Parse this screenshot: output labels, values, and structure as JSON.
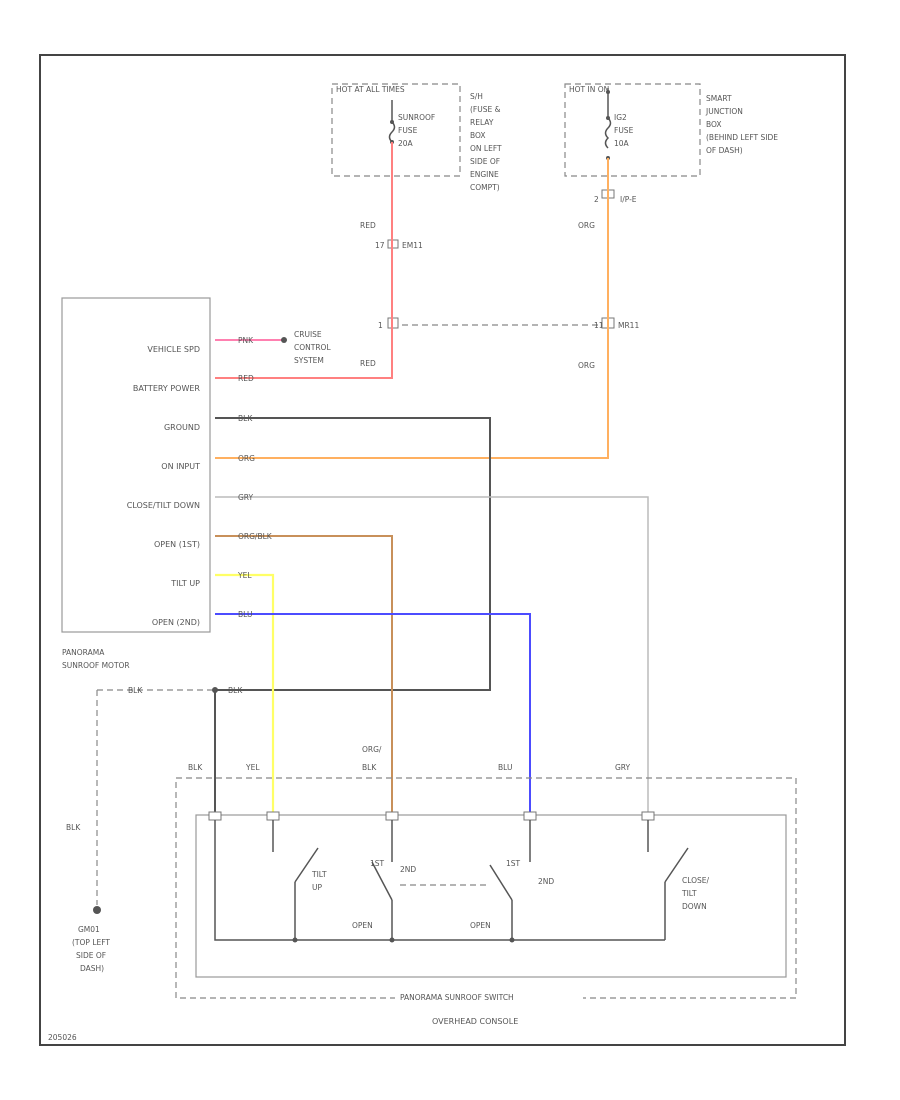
{
  "labels": {
    "fuse_box1_header": "HOT AT ALL TIMES",
    "fuse_box1_fuse": "SUNROOF",
    "fuse_box1_fuse2": "FUSE",
    "fuse_box1_amps": "20A",
    "fuse_box1_desc": [
      "S/H",
      "(FUSE &",
      "RELAY",
      "BOX",
      "ON LEFT",
      "SIDE OF",
      "ENGINE",
      "COMPT)"
    ],
    "fuse_box2_header": "HOT IN ON",
    "fuse_box2_fuse": "IG2",
    "fuse_box2_fuse2": "FUSE",
    "fuse_box2_amps": "10A",
    "fuse_box2_desc": [
      "SMART",
      "JUNCTION",
      "BOX",
      "(BEHIND LEFT SIDE",
      "OF DASH)"
    ],
    "conn_ip_e": "I/P-E",
    "conn_em11": "EM11",
    "conn_mr11": "MR11",
    "pin_2": "2",
    "pin_17": "17",
    "pin_1": "1",
    "pin_11": "11",
    "wire_red": "RED",
    "wire_org": "ORG",
    "wire_pnk": "PNK",
    "wire_blk": "BLK",
    "wire_gry": "GRY",
    "wire_orgblk": "ORG/BLK",
    "wire_yel": "YEL",
    "wire_blu": "BLU",
    "wire_org2": "ORG/",
    "wire_blk2": "BLK",
    "cruise": [
      "CRUISE",
      "CONTROL",
      "SYSTEM"
    ],
    "motor_pins": [
      "VEHICLE SPD",
      "BATTERY POWER",
      "GROUND",
      "ON INPUT",
      "CLOSE/TILT DOWN",
      "OPEN (1ST)",
      "TILT UP",
      "OPEN (2ND)"
    ],
    "motor_name": [
      "PANORAMA",
      "SUNROOF MOTOR"
    ],
    "ground": [
      "GM01",
      "(TOP LEFT",
      "SIDE OF",
      "DASH)"
    ],
    "switch_tilt_up": [
      "TILT",
      "UP"
    ],
    "switch_1st": "1ST",
    "switch_2nd": "2ND",
    "switch_2nd_b": "2ND",
    "switch_1st_b": "1ST",
    "switch_open": "OPEN",
    "switch_open_b": "OPEN",
    "switch_close": [
      "CLOSE/",
      "TILT",
      "DOWN"
    ],
    "switch_name": "PANORAMA SUNROOF SWITCH",
    "console": "OVERHEAD CONSOLE",
    "footer": "205026"
  },
  "colors": {
    "red": "#ff8080",
    "orange": "#ffb060",
    "pink": "#ff80b0",
    "black": "#555555",
    "gray": "#bbbbbb",
    "orgblk": "#c8905a",
    "yellow": "#ffff66",
    "blue": "#4c4cff"
  }
}
